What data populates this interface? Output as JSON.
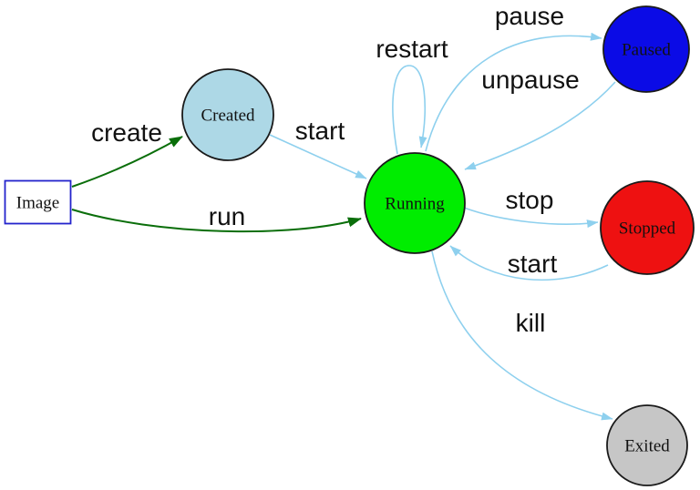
{
  "diagram": {
    "background": "#ffffff",
    "colors": {
      "edge_blue": "#8ed0ee",
      "edge_green": "#0a6e0a",
      "label_color": "#111111",
      "node_border": "#1a1a1a",
      "image_border": "#2323cc"
    },
    "nodes": {
      "image": {
        "label": "Image",
        "fill": "#ffffff",
        "border": "#2323cc"
      },
      "created": {
        "label": "Created",
        "fill": "#add8e6",
        "border": "#1a1a1a"
      },
      "running": {
        "label": "Running",
        "fill": "#00ed00",
        "border": "#1a1a1a"
      },
      "paused": {
        "label": "Paused",
        "fill": "#0b0be6",
        "border": "#1a1a1a"
      },
      "stopped": {
        "label": "Stopped",
        "fill": "#ee1111",
        "border": "#1a1a1a"
      },
      "exited": {
        "label": "Exited",
        "fill": "#c6c6c6",
        "border": "#1a1a1a"
      }
    },
    "edges": {
      "create": {
        "label": "create",
        "from": "image",
        "to": "created",
        "color": "#0a6e0a"
      },
      "run": {
        "label": "run",
        "from": "image",
        "to": "running",
        "color": "#0a6e0a"
      },
      "start_created": {
        "label": "start",
        "from": "created",
        "to": "running",
        "color": "#8ed0ee"
      },
      "restart": {
        "label": "restart",
        "from": "running",
        "to": "running",
        "color": "#8ed0ee"
      },
      "pause": {
        "label": "pause",
        "from": "running",
        "to": "paused",
        "color": "#8ed0ee"
      },
      "unpause": {
        "label": "unpause",
        "from": "paused",
        "to": "running",
        "color": "#8ed0ee"
      },
      "stop": {
        "label": "stop",
        "from": "running",
        "to": "stopped",
        "color": "#8ed0ee"
      },
      "start_stopped": {
        "label": "start",
        "from": "stopped",
        "to": "running",
        "color": "#8ed0ee"
      },
      "kill": {
        "label": "kill",
        "from": "running",
        "to": "exited",
        "color": "#8ed0ee"
      }
    }
  }
}
